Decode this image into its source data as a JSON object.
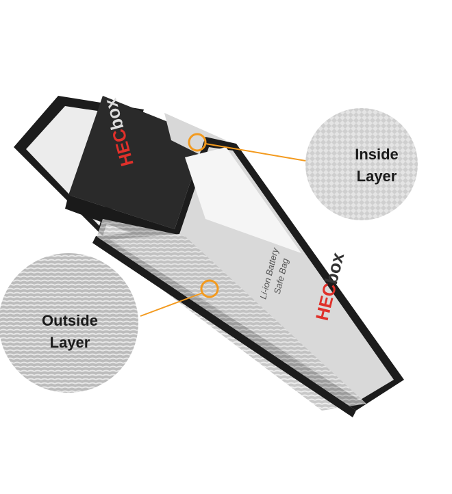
{
  "callouts": {
    "inside": {
      "line1": "Inside",
      "line2": "Layer"
    },
    "outside": {
      "line1": "Outside",
      "line2": "Layer"
    }
  },
  "bag": {
    "product_line1": "Li-ion Battery",
    "product_line2": "Safe Bag",
    "brand": "HECbox"
  },
  "colors": {
    "accent": "#f39a1e",
    "brand_red": "#e0302a"
  }
}
